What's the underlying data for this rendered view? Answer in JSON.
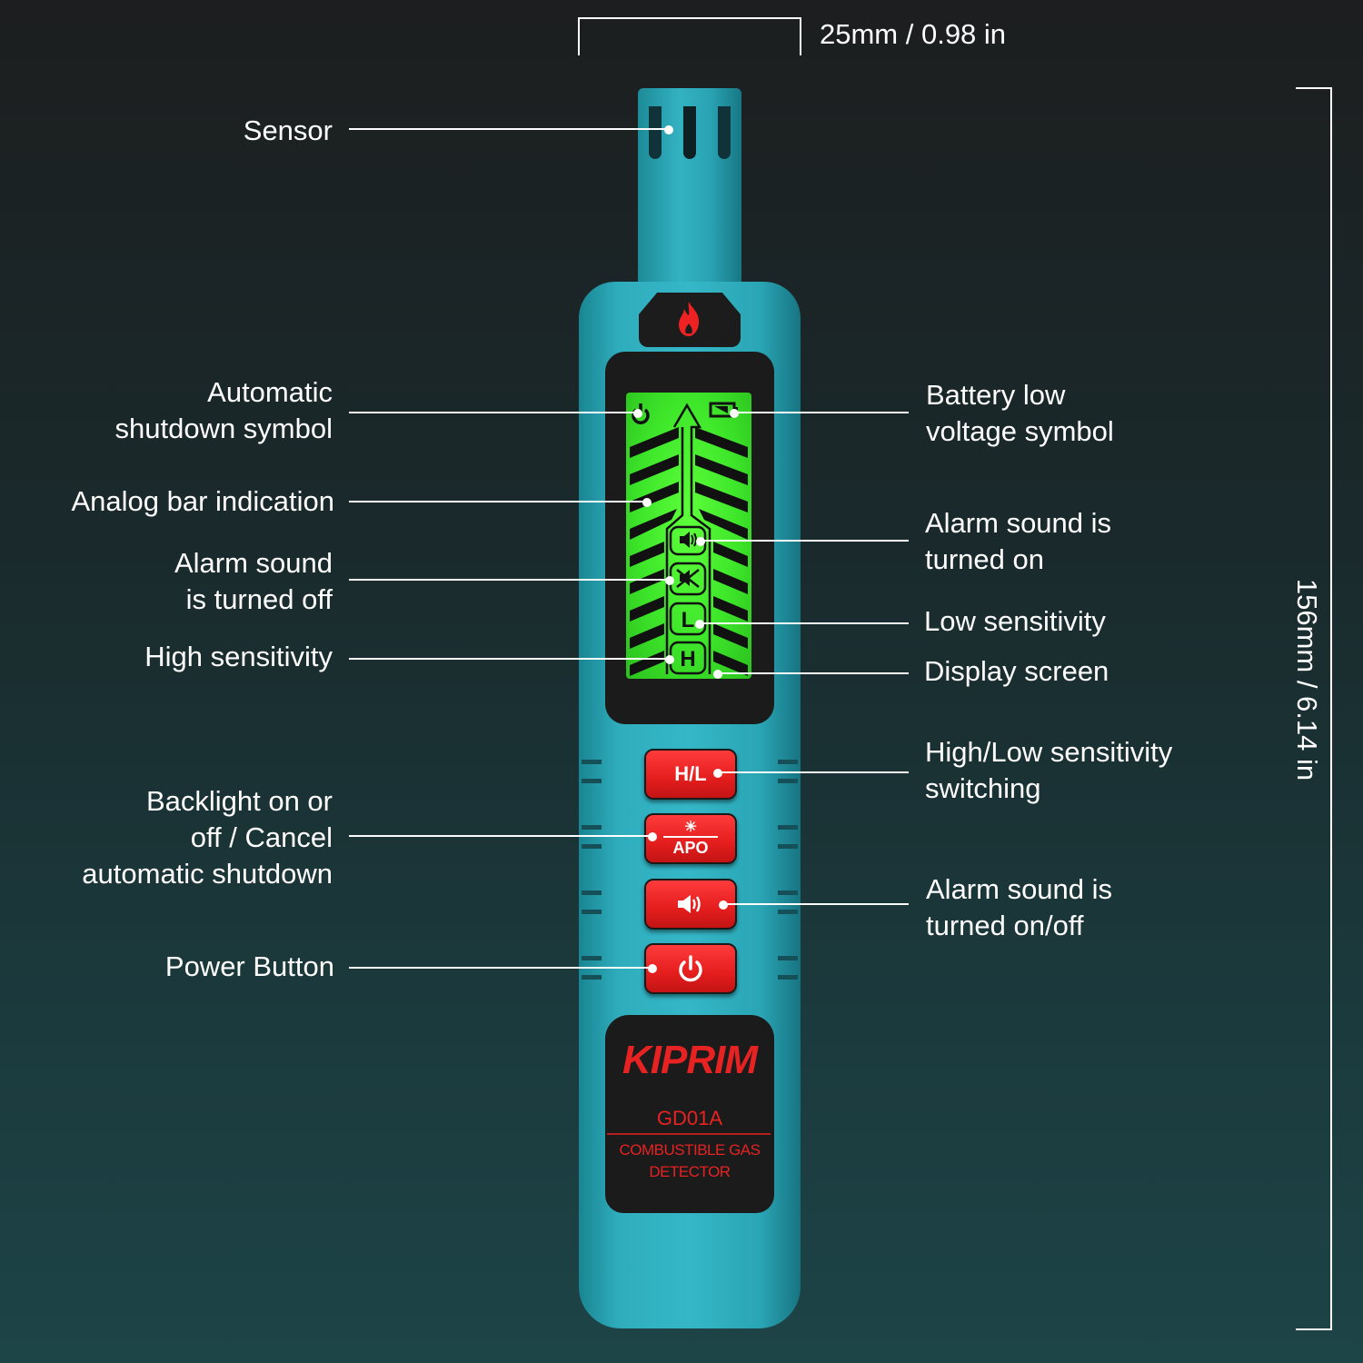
{
  "dimensions": {
    "width_label": "25mm / 0.98 in",
    "height_label": "156mm / 6.14 in"
  },
  "device": {
    "brand": "KIPRIM",
    "model": "GD01A",
    "description_line1": "COMBUSTIBLE GAS",
    "description_line2": "DETECTOR",
    "top_icon": "flame-icon",
    "buttons": [
      {
        "label": "H/L",
        "icon": ""
      },
      {
        "label": "APO",
        "icon": "sun-icon"
      },
      {
        "label": "",
        "icon": "speaker-icon"
      },
      {
        "label": "",
        "icon": "power-icon"
      }
    ],
    "lcd_icons": {
      "auto_off": "power-icon",
      "battery": "battery-icon",
      "alarm_on": "speaker-icon",
      "alarm_off": "speaker-muted-icon",
      "low": "L",
      "high": "H"
    },
    "colors": {
      "body": "#2fadbd",
      "lcd": "#3ee62a",
      "buttons": "#e41d1d",
      "brand_text": "#e62222"
    }
  },
  "callouts": {
    "left": [
      {
        "line1": "Sensor",
        "line2": "",
        "line3": ""
      },
      {
        "line1": "Automatic",
        "line2": "shutdown symbol",
        "line3": ""
      },
      {
        "line1": "Analog bar indication",
        "line2": "",
        "line3": ""
      },
      {
        "line1": "Alarm sound",
        "line2": "is turned off",
        "line3": ""
      },
      {
        "line1": "High sensitivity",
        "line2": "",
        "line3": ""
      },
      {
        "line1": "Backlight on or",
        "line2": "off / Cancel",
        "line3": "automatic shutdown"
      },
      {
        "line1": "Power Button",
        "line2": "",
        "line3": ""
      }
    ],
    "right": [
      {
        "line1": "Battery low",
        "line2": "voltage symbol"
      },
      {
        "line1": "Alarm sound is",
        "line2": "turned on"
      },
      {
        "line1": "Low sensitivity",
        "line2": ""
      },
      {
        "line1": "Display screen",
        "line2": ""
      },
      {
        "line1": "High/Low sensitivity",
        "line2": "switching"
      },
      {
        "line1": "Alarm sound is",
        "line2": "turned on/off"
      }
    ]
  }
}
